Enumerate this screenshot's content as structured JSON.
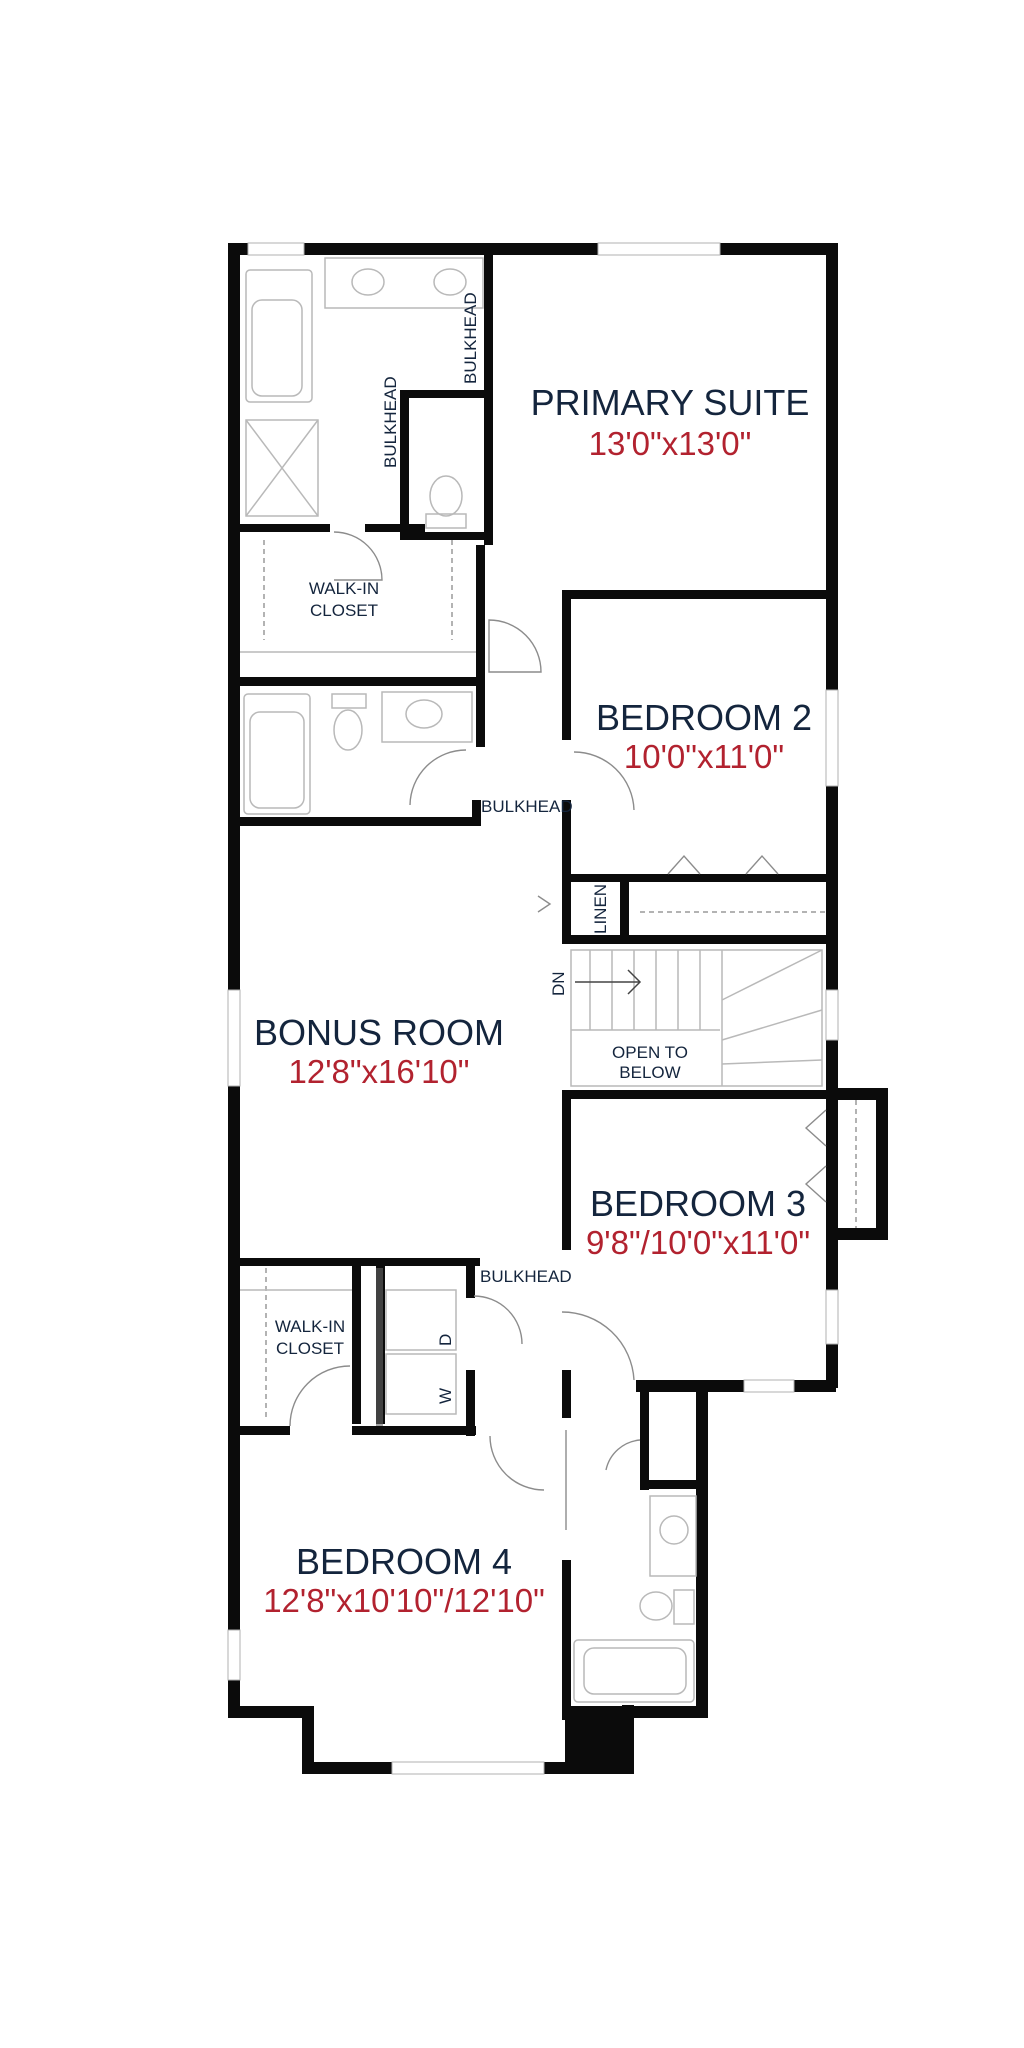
{
  "rooms": {
    "primary": {
      "name": "PRIMARY SUITE",
      "dim": "13'0\"x13'0\""
    },
    "bedroom2": {
      "name": "BEDROOM 2",
      "dim": "10'0\"x11'0\""
    },
    "bonus": {
      "name": "BONUS ROOM",
      "dim": "12'8\"x16'10\""
    },
    "bedroom3": {
      "name": "BEDROOM 3",
      "dim": "9'8\"/10'0\"x11'0\""
    },
    "bedroom4": {
      "name": "BEDROOM 4",
      "dim": "12'8\"x10'10\"/12'10\""
    }
  },
  "labels": {
    "bulkhead": "BULKHEAD",
    "walkin_closet_1": "WALK-IN",
    "walkin_closet_2": "CLOSET",
    "linen": "LINEN",
    "dn": "DN",
    "open_to_1": "OPEN TO",
    "open_to_2": "BELOW",
    "washer": "W",
    "dryer": "D"
  }
}
